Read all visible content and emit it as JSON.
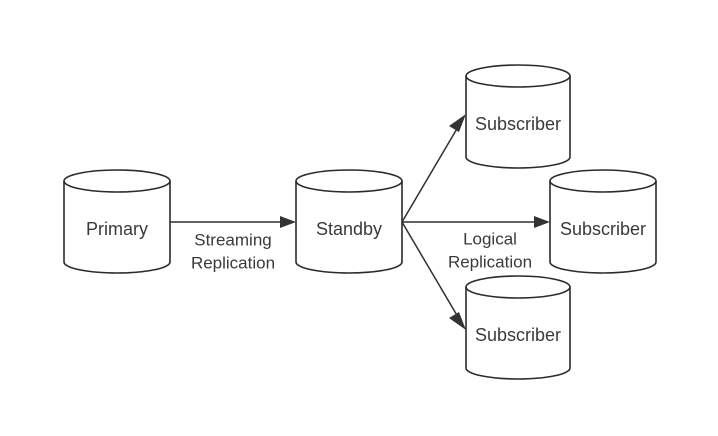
{
  "nodes": {
    "primary": {
      "label": "Primary"
    },
    "standby": {
      "label": "Standby"
    },
    "subscriber_top": {
      "label": "Subscriber"
    },
    "subscriber_middle": {
      "label": "Subscriber"
    },
    "subscriber_bottom": {
      "label": "Subscriber"
    }
  },
  "edges": {
    "streaming": {
      "label_line1": "Streaming",
      "label_line2": "Replication"
    },
    "logical": {
      "label_line1": "Logical",
      "label_line2": "Replication"
    }
  },
  "colors": {
    "stroke": "#2b2b2b",
    "text": "#3a3a3a",
    "background": "#ffffff"
  }
}
